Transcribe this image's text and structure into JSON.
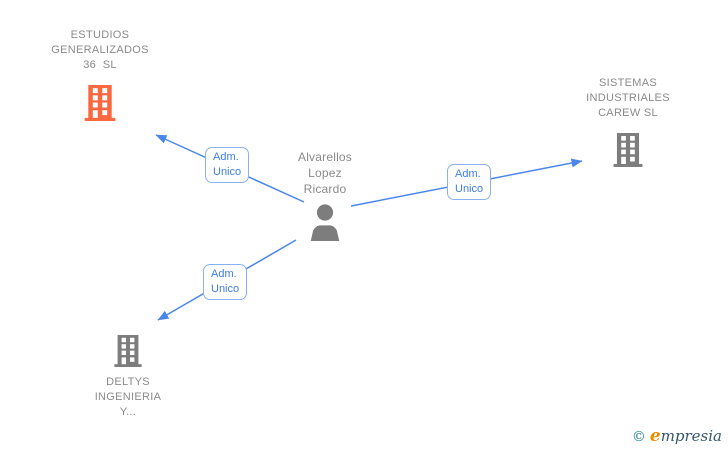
{
  "diagram_type": "corporate-relationship-network",
  "person": {
    "name": "Alvarellos\nLopez\nRicardo"
  },
  "companies": [
    {
      "name": "ESTUDIOS\nGENERALIZADOS\n36  SL",
      "icon_color": "#fa6840"
    },
    {
      "name": "SISTEMAS\nINDUSTRIALES\nCAREW SL",
      "icon_color": "#7d7d7d"
    },
    {
      "name": "DELTYS\nINGENIERIA\nY...",
      "icon_color": "#7d7d7d"
    }
  ],
  "edges": [
    {
      "from": "Alvarellos Lopez Ricardo",
      "to": "ESTUDIOS GENERALIZADOS 36 SL",
      "label": "Adm.\nUnico"
    },
    {
      "from": "Alvarellos Lopez Ricardo",
      "to": "SISTEMAS INDUSTRIALES CAREW SL",
      "label": "Adm.\nUnico"
    },
    {
      "from": "Alvarellos Lopez Ricardo",
      "to": "DELTYS INGENIERIA Y...",
      "label": "Adm.\nUnico"
    }
  ],
  "colors": {
    "edge_blue": "#4a86e8",
    "edge_label_text": "#3d7de8",
    "edge_label_border": "#8ab0f2",
    "text_gray": "#8a8a8a",
    "icon_gray": "#7d7d7d",
    "highlight_orange": "#fa6840",
    "logo_teal": "#1f8294",
    "logo_orange": "#f08c00",
    "logo_dark": "#32566b"
  },
  "footer": {
    "copyright_symbol": "©",
    "brand_initial": "e",
    "brand_rest": "mpresia"
  }
}
